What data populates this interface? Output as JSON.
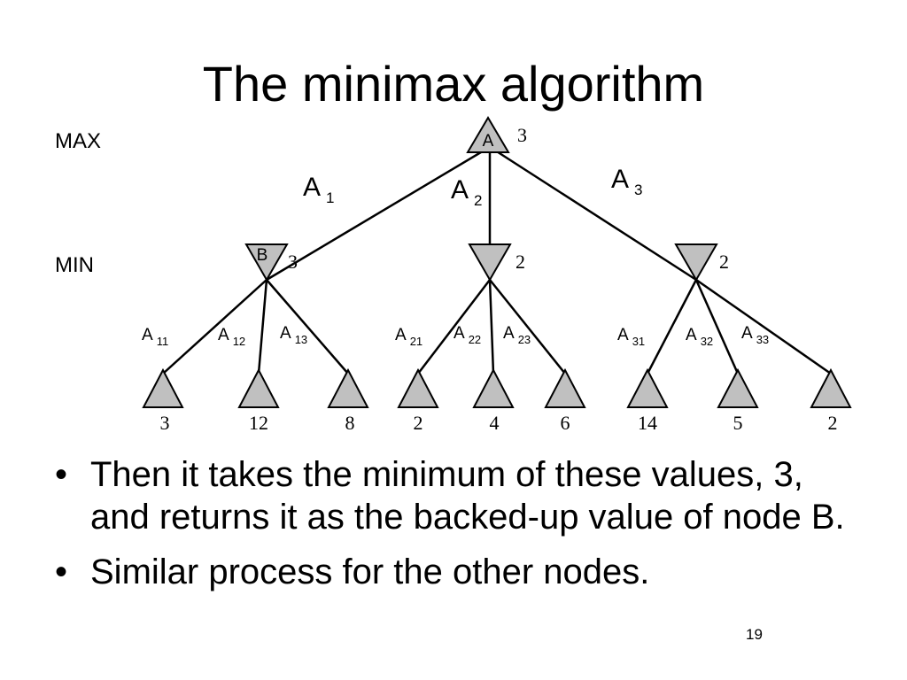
{
  "slide": {
    "title": "The minimax algorithm",
    "page_number": "19",
    "bullets": [
      "Then it takes the minimum of these values, 3, and returns it as the backed-up value of node B.",
      "Similar process for the other nodes."
    ]
  },
  "tree": {
    "levels": {
      "max": "MAX",
      "min": "MIN"
    },
    "root": {
      "name": "A",
      "value": "3"
    },
    "edges": {
      "a1": {
        "main": "A",
        "sub": "1"
      },
      "a2": {
        "main": "A",
        "sub": "2"
      },
      "a3": {
        "main": "A",
        "sub": "3"
      }
    },
    "min_nodes": [
      {
        "name": "B",
        "value": "3"
      },
      {
        "name": "",
        "value": "2"
      },
      {
        "name": "",
        "value": "2"
      }
    ],
    "leaf_edges": [
      {
        "main": "A",
        "sub": "11"
      },
      {
        "main": "A",
        "sub": "12"
      },
      {
        "main": "A",
        "sub": "13"
      },
      {
        "main": "A",
        "sub": "21"
      },
      {
        "main": "A",
        "sub": "22"
      },
      {
        "main": "A",
        "sub": "23"
      },
      {
        "main": "A",
        "sub": "31"
      },
      {
        "main": "A",
        "sub": "32"
      },
      {
        "main": "A",
        "sub": "33"
      }
    ],
    "leaf_values": [
      "3",
      "12",
      "8",
      "2",
      "4",
      "6",
      "14",
      "5",
      "2"
    ]
  },
  "colors": {
    "node_fill": "#c0c0c0",
    "stroke": "#000000"
  }
}
